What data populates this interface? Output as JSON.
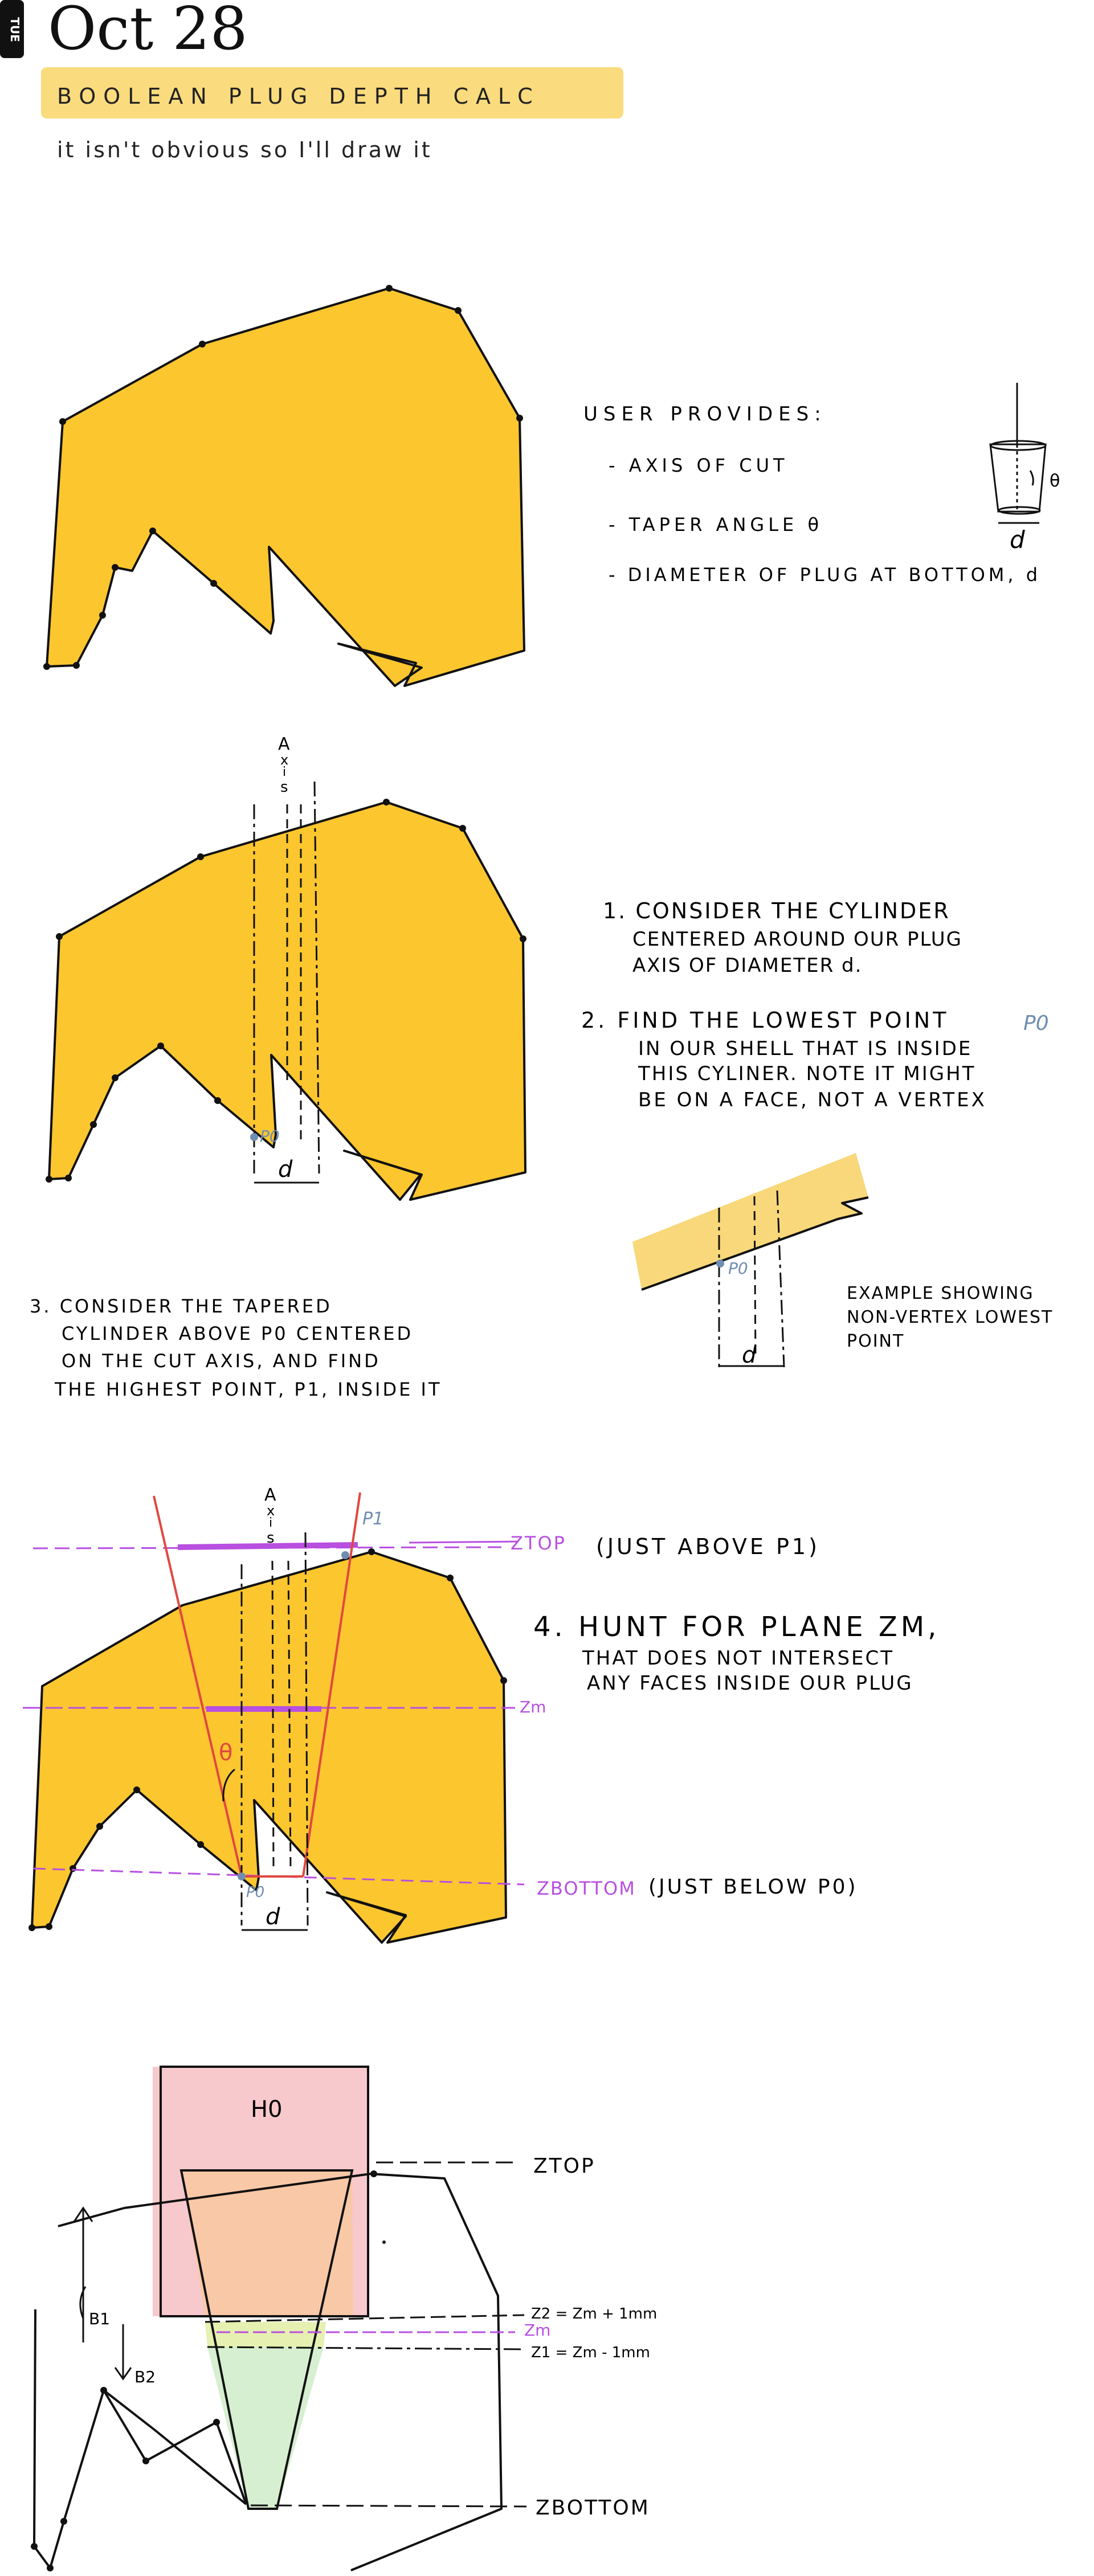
{
  "header": {
    "day": "TUE",
    "date": "Oct 28",
    "banner": "BOOLEAN PLUG DEPTH CALC",
    "subtitle": "it isn't obvious so I'll draw it"
  },
  "colors": {
    "shell_fill": "#FCC62F",
    "shell_fill_light": "#F8D87A",
    "highlight": "#FADB7D",
    "purple": "#B84FE0",
    "red": "#E0483E",
    "blue_label": "#6F8DB0",
    "pink_region": "#F7C9CC",
    "orange_region": "#F9C8A6",
    "green_region": "#D6EFD0",
    "yellow_band": "#E6F0B0"
  },
  "section1": {
    "heading": "USER PROVIDES:",
    "items": [
      "- AXIS OF CUT",
      "- TAPER ANGLE θ",
      "- DIAMETER OF PLUG AT BOTTOM, d"
    ],
    "plug_theta": "θ",
    "plug_d": "d"
  },
  "section2": {
    "axis_label": [
      "A",
      "x",
      "i",
      "s"
    ],
    "p0": "P0",
    "d": "d",
    "step1": [
      "1. CONSIDER THE CYLINDER",
      "CENTERED AROUND OUR PLUG",
      "AXIS OF DIAMETER d."
    ],
    "step2": [
      "2. FIND THE LOWEST POINT",
      "IN OUR SHELL THAT IS INSIDE",
      "THIS CYLINER. NOTE IT MIGHT",
      "BE ON A FACE, NOT A VERTEX"
    ],
    "step2_p0": "P0",
    "example_p0": "P0",
    "example_d": "d",
    "example_caption": [
      "EXAMPLE SHOWING",
      "NON-VERTEX LOWEST",
      "POINT"
    ]
  },
  "section3": {
    "lines": [
      "3. CONSIDER THE TAPERED",
      "CYLINDER ABOVE P0 CENTERED",
      "ON THE CUT AXIS, AND FIND",
      "THE HIGHEST POINT, P1, INSIDE IT"
    ]
  },
  "section4": {
    "axis_label": [
      "A",
      "x",
      "i",
      "s"
    ],
    "p1": "P1",
    "p0": "P0",
    "theta": "θ",
    "d": "d",
    "ztop": "ZTOP",
    "ztop_note": "(JUST ABOVE P1)",
    "zm": "Zm",
    "zbottom": "ZBOTTOM",
    "zbottom_note": "(JUST BELOW P0)",
    "step4": [
      "4. HUNT FOR PLANE ZM,",
      "THAT DOES NOT INTERSECT",
      "ANY FACES INSIDE OUR PLUG"
    ]
  },
  "section5": {
    "h0": "H0",
    "ztop": "ZTOP",
    "z2": "Z2 = Zm + 1mm",
    "zm": "Zm",
    "z1": "Z1 = Zm - 1mm",
    "zbottom": "ZBOTTOM",
    "b1": "B1",
    "b2": "B2"
  }
}
